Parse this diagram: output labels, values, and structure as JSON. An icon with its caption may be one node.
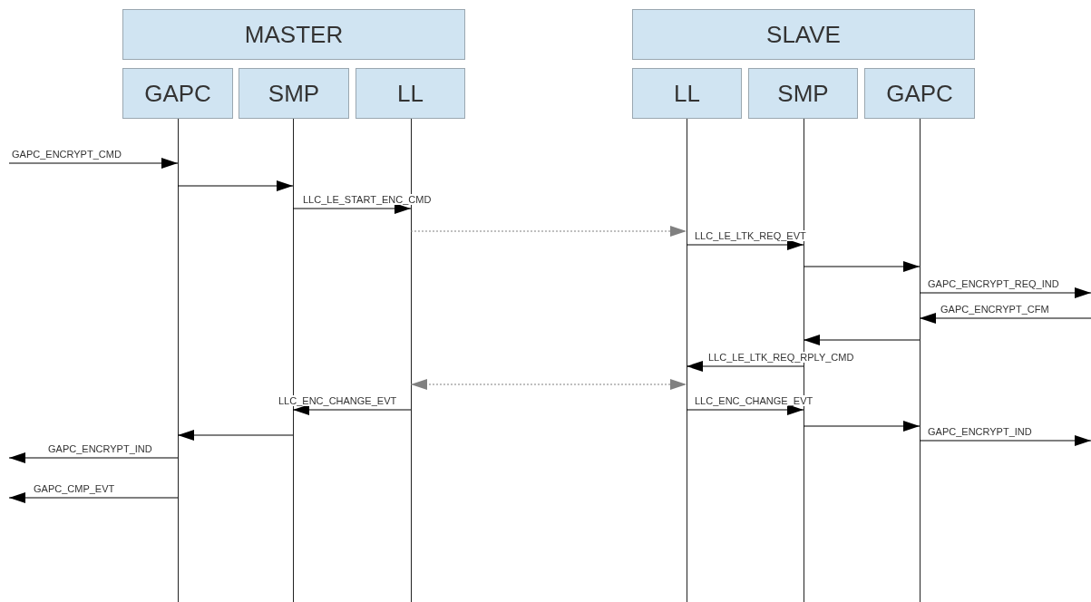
{
  "diagram": {
    "nodes": [
      {
        "text": [
          "MASTER"
        ]
      },
      {
        "text": [
          "GAPC"
        ]
      },
      {
        "text": [
          "SMP"
        ]
      },
      {
        "text": [
          "LL"
        ]
      },
      {
        "text": [
          "SLAVE"
        ]
      },
      {
        "text": [
          "LL"
        ]
      },
      {
        "text": [
          "SMP"
        ]
      },
      {
        "text": [
          "GAPC"
        ]
      }
    ],
    "edges": [
      {
        "from": null,
        "to": 1,
        "arrow": "to",
        "label": "GAPC_ENCRYPT_CMD"
      },
      {
        "from": 1,
        "to": 2,
        "arrow": "to"
      },
      {
        "from": 2,
        "to": 3,
        "arrow": "to",
        "label": "LLC_LE_START_ENC_CMD"
      },
      {
        "from": 3,
        "to": 5,
        "arrow": "to",
        "style": "dashed",
        "color": "#808080"
      },
      {
        "from": 5,
        "to": 6,
        "arrow": "to",
        "label": "LLC_LE_LTK_REQ_EVT"
      },
      {
        "from": 6,
        "to": 7,
        "arrow": "to"
      },
      {
        "from": 7,
        "to": null,
        "arrow": "to",
        "label": "GAPC_ENCRYPT_REQ_IND"
      },
      {
        "from": null,
        "to": 7,
        "arrow": "to",
        "label": "GAPC_ENCRYPT_CFM"
      },
      {
        "from": 7,
        "to": 6,
        "arrow": "to"
      },
      {
        "from": 6,
        "to": 5,
        "arrow": "to",
        "label": "LLC_LE_LTK_REQ_RPLY_CMD"
      },
      {
        "from": 3,
        "to": 5,
        "arrow": "both",
        "style": "dashed",
        "color": "#808080"
      },
      {
        "from": 3,
        "to": 2,
        "arrow": "to",
        "label": "LLC_ENC_CHANGE_EVT"
      },
      {
        "from": 5,
        "to": 6,
        "arrow": "to",
        "label": "LLC_ENC_CHANGE_EVT"
      },
      {
        "from": 6,
        "to": 7,
        "arrow": "to"
      },
      {
        "from": 2,
        "to": 1,
        "arrow": "to"
      },
      {
        "from": 7,
        "to": null,
        "arrow": "to",
        "label": "GAPC_ENCRYPT_IND"
      },
      {
        "from": 1,
        "to": null,
        "arrow": "to",
        "label": "GAPC_ENCRYPT_IND"
      },
      {
        "from": 1,
        "to": null,
        "arrow": "to",
        "label": "GAPC_CMP_EVT"
      }
    ]
  }
}
